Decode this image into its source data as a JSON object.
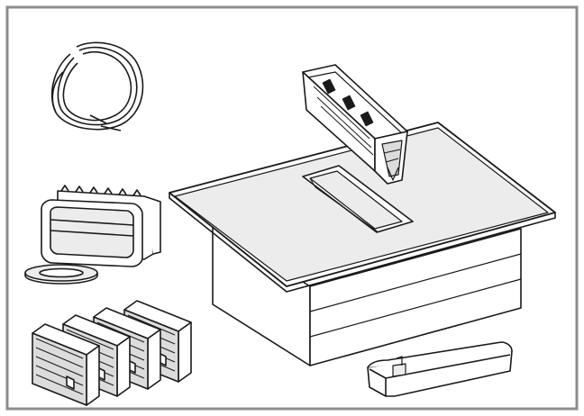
{
  "frame": {
    "border_color": "#8c8c8c",
    "background": "#ffffff"
  },
  "palette": {
    "stroke": "#1a1a1a",
    "surface_fill": "#ececec",
    "white": "#ffffff",
    "filter_fill": "#dcdcdc"
  },
  "parts": [
    {
      "name": "cable-coil"
    },
    {
      "name": "duct-adapter"
    },
    {
      "name": "sealing-tape-roll"
    },
    {
      "name": "charcoal-filters",
      "count": 4
    },
    {
      "name": "induction-hob-with-extractor"
    },
    {
      "name": "extractor-fan-unit"
    },
    {
      "name": "hob-recess-cutout"
    },
    {
      "name": "outlet-duct-piece"
    }
  ]
}
